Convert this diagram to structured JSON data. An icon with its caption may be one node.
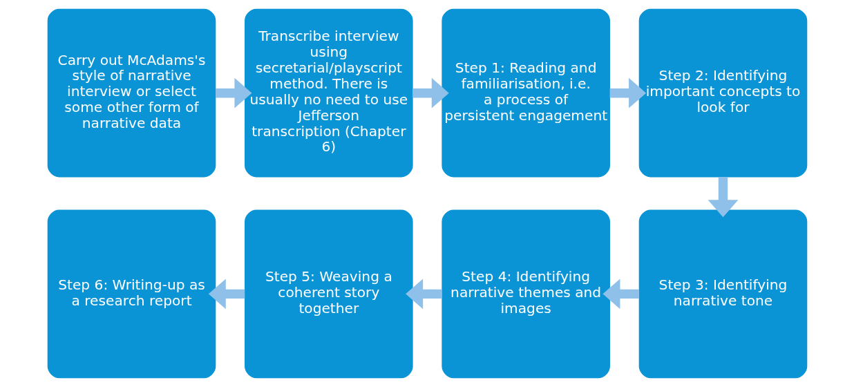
{
  "diagram": {
    "nodes": [
      {
        "text": [
          "Carry out McAdams's style of narrative interview or select some other form of narrative data"
        ]
      },
      {
        "text": [
          "Transcribe interview using secretarial/playscript method. There is usually no need to use Jefferson transcription (Chapter 6)"
        ]
      },
      {
        "text": [
          "Step 1: Reading and familiarisation, i.e. a process of persistent engagement"
        ]
      },
      {
        "text": [
          "Step 2: Identifying important concepts to look for"
        ]
      },
      {
        "text": [
          "Step 3: Identifying narrative tone"
        ]
      },
      {
        "text": [
          "Step 4: Identifying narrative themes and images"
        ]
      },
      {
        "text": [
          "Step 5: Weaving a coherent story together"
        ]
      },
      {
        "text": [
          "Step 6: Writing-up as a research report"
        ]
      }
    ],
    "edges": [
      {
        "from": 0,
        "to": 1,
        "arrow": "to"
      },
      {
        "from": 1,
        "to": 2,
        "arrow": "to"
      },
      {
        "from": 2,
        "to": 3,
        "arrow": "to"
      },
      {
        "from": 3,
        "to": 4,
        "arrow": "to"
      },
      {
        "from": 4,
        "to": 5,
        "arrow": "to"
      },
      {
        "from": 5,
        "to": 6,
        "arrow": "to"
      },
      {
        "from": 6,
        "to": 7,
        "arrow": "to"
      }
    ]
  }
}
